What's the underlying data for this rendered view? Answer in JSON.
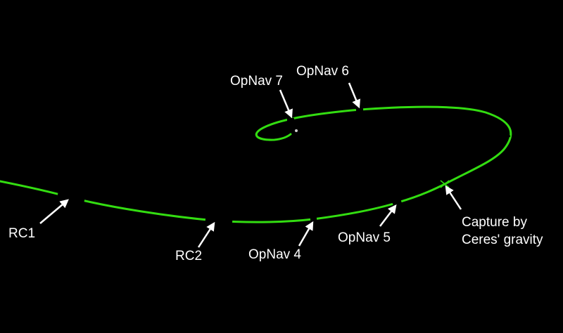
{
  "labels": {
    "rc1": "RC1",
    "rc2": "RC2",
    "opnav4": "OpNav 4",
    "opnav5": "OpNav 5",
    "opnav6": "OpNav 6",
    "opnav7": "OpNav 7",
    "capture_line1": "Capture by",
    "capture_line2": "Ceres' gravity"
  },
  "colors": {
    "background": "#000000",
    "trajectory": "#33dd11",
    "labels": "#ffffff",
    "arrows": "#ffffff",
    "ceres": "#cccccc"
  }
}
